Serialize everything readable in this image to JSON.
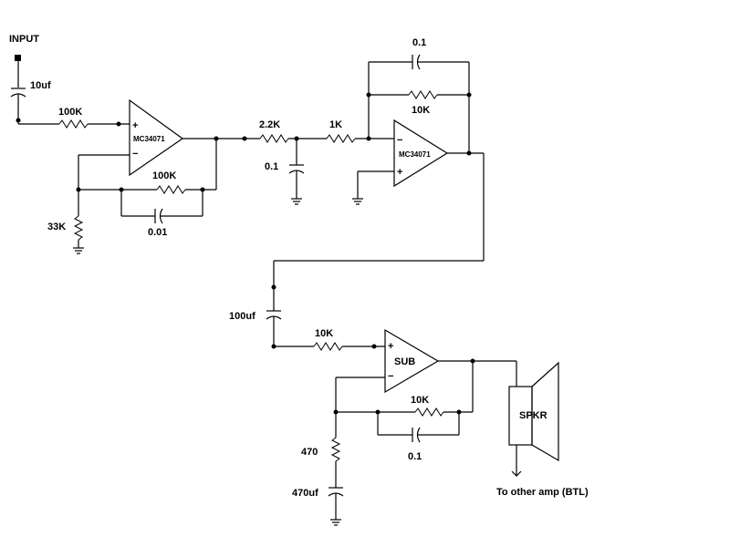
{
  "labels": {
    "input": "INPUT",
    "c_input": "10uf",
    "r_input": "100K",
    "opamp1": "MC34071",
    "r_fb1": "100K",
    "c_fb1": "0.01",
    "r_gnd1": "33K",
    "r_filter1": "2.2K",
    "c_filter": "0.1",
    "r_filter2": "1K",
    "c_fb2": "0.1",
    "r_fb2": "10K",
    "opamp2": "MC34071",
    "c_couple": "100uf",
    "r_sub_in": "10K",
    "sub_amp": "SUB",
    "r_fb3": "10K",
    "c_fb3": "0.1",
    "r_gnd3": "470",
    "c_gnd3": "470uf",
    "speaker": "SPKR",
    "note": "To other amp (BTL)",
    "plus": "+",
    "minus": "−"
  }
}
